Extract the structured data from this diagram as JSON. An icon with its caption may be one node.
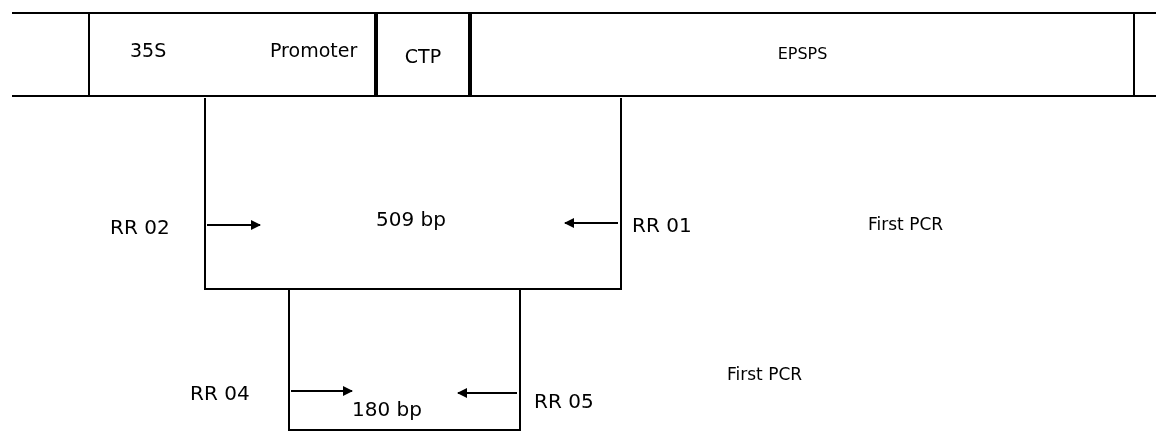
{
  "diagram": {
    "nodes": [
      {
        "text": [
          "35S",
          "Promoter"
        ]
      },
      {
        "text": [
          "CTP"
        ]
      },
      {
        "text": [
          "EPSPS"
        ]
      },
      {
        "text": [
          "509 bp"
        ]
      },
      {
        "text": [
          "180 bp"
        ]
      }
    ],
    "labels": [
      "RR 02",
      "RR 01",
      "First PCR",
      "RR 04",
      "RR 05",
      "First PCR"
    ]
  }
}
